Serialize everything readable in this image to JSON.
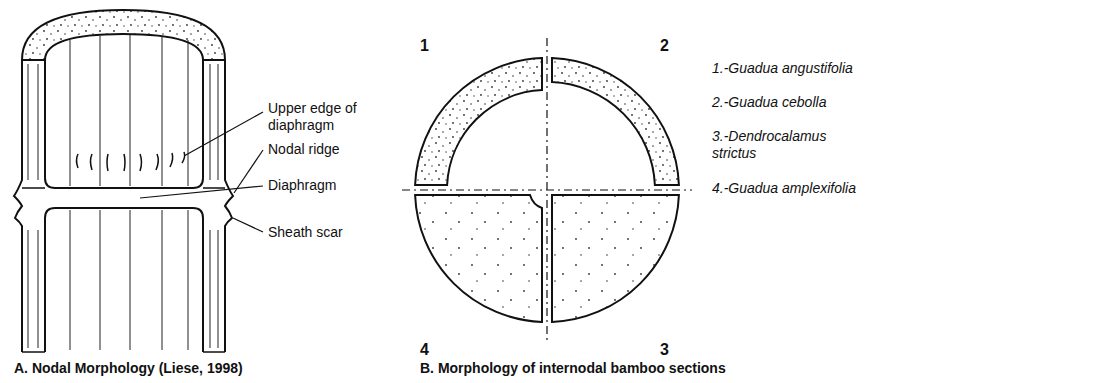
{
  "diagram": {
    "labels": [
      "Upper edge of diaphragm",
      "Nodal ridge",
      "Diaphragm",
      "Sheath scar",
      "A. Nodal Morphology (Liese, 1998)",
      "1",
      "2",
      "4",
      "3",
      "1.-Guadua angustifolia",
      "2.-Guadua cebolla",
      "3.-Dendrocalamus strictus",
      "4.-Guadua amplexifolia",
      "B. Morphology of internodal bamboo sections"
    ]
  }
}
